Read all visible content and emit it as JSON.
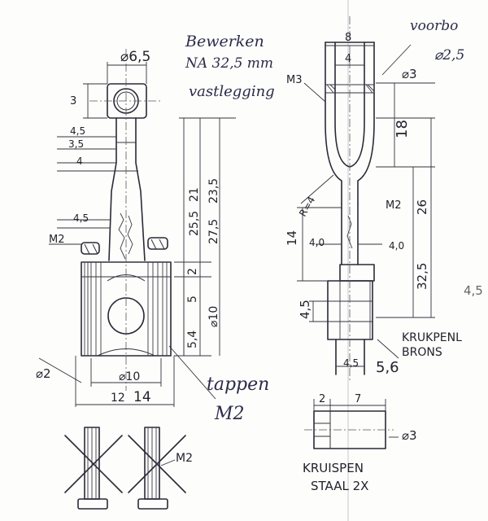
{
  "left_view": {
    "dims": {
      "d_top": "⌀6,5",
      "h3": "3",
      "d45": "4,5",
      "d35": "3,5",
      "d4": "4",
      "d45b": "4,5",
      "m2_left": "M2",
      "v255": "25,5",
      "v21": "21",
      "v275": "27,5",
      "v235": "23,5",
      "v2": "2",
      "v5": "5",
      "v54": "5,4",
      "d10": "⌀10",
      "d10b": "⌀10",
      "d12": "12",
      "d14": "14",
      "phi2": "⌀2"
    },
    "notes": {
      "bewerken_1": "Bewerken",
      "bewerken_2": "NA 32,5 mm",
      "bewerken_3": "vastlegging",
      "tappen": "tappen",
      "tappen_m2": "M2"
    }
  },
  "right_view": {
    "dims": {
      "w8": "8",
      "w4": "4",
      "d3": "⌀3",
      "m3": "M3",
      "v18": "18",
      "r4": "R=4",
      "m2": "M2",
      "v14": "14",
      "v40": "4,0",
      "v40b": "4,0",
      "v26": "26",
      "v325": "32,5",
      "v45": "4,5",
      "w45": "4,5",
      "v56": "5,6"
    },
    "notes": {
      "voorbo_1": "voorbo",
      "voorbo_2": "⌀2,5",
      "krukpen_1": "KRUKPENL",
      "krukpen_2": "BRONS",
      "edge_val": "4,5"
    }
  },
  "kruispen": {
    "dims": {
      "d2": "2",
      "d7": "7",
      "d3": "⌀3"
    },
    "label_1": "KRUISPEN",
    "label_2": "STAAL 2X"
  },
  "bottom_left": {
    "m2": "M2"
  }
}
